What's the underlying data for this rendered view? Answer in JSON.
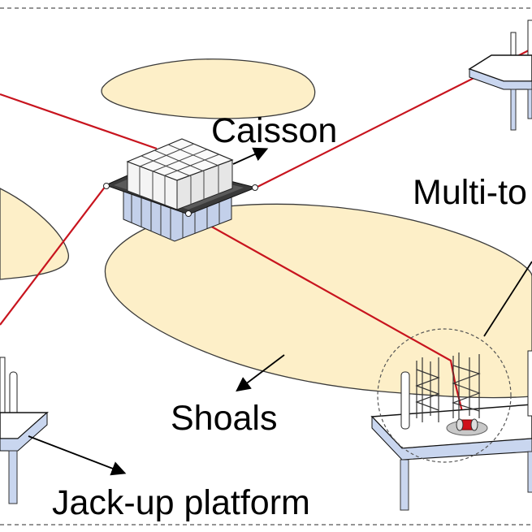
{
  "labels": {
    "caisson": "Caisson",
    "multi_tower": "Multi-to",
    "shoals": "Shoals",
    "jackup": "Jack-up platform"
  },
  "colors": {
    "background": "#ffffff",
    "shoal_fill": "#fdefc8",
    "shoal_stroke": "#3a3a3a",
    "cable": "#c8141e",
    "platform_side": "#c9d6ef",
    "platform_top": "#ffffff",
    "caisson_base": "#c3d0ea",
    "caisson_plate": "#3a3a3a",
    "structure_stroke": "#222222",
    "arrow": "#000000",
    "frame_dash": "#555555",
    "winch": "#d0101a",
    "winch_base": "#c8c8c8"
  },
  "components": [
    {
      "name": "caisson",
      "description": "caisson foundation with 4x4 cell grid"
    },
    {
      "name": "jack-up platform",
      "description": "left platform with legs"
    },
    {
      "name": "multi-tower platform",
      "description": "right platform with lattice towers and winch"
    },
    {
      "name": "top-right platform",
      "description": "partial jack-up platform"
    },
    {
      "name": "shoals",
      "description": "sand shoal areas"
    }
  ]
}
